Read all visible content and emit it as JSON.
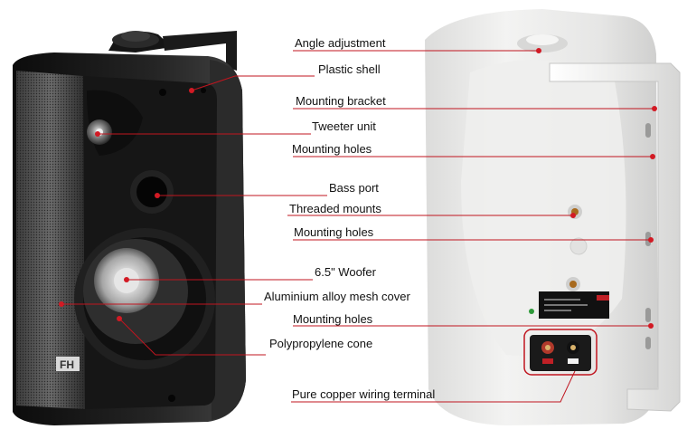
{
  "colors": {
    "leader_line": "#c0151f",
    "leader_dot": "#d21a24",
    "black_speaker": "#1b1b1b",
    "white_speaker": "#ebebea"
  },
  "labels": {
    "angle_adjustment": "Angle adjustment",
    "plastic_shell": "Plastic shell",
    "mounting_bracket": "Mounting bracket",
    "tweeter_unit": "Tweeter unit",
    "mounting_holes_top": "Mounting holes",
    "bass_port": "Bass port",
    "threaded_mounts": "Threaded mounts",
    "mounting_holes_mid": "Mounting holes",
    "woofer": "6.5\" Woofer",
    "mesh_cover": "Aluminium alloy mesh cover",
    "mounting_holes_low": "Mounting holes",
    "cone": "Polypropylene cone",
    "wiring_terminal": "Pure copper wiring terminal"
  },
  "images": {
    "black_speaker": "black wall-mount speaker, front view",
    "white_speaker": "white wall-mount speaker, rear view"
  },
  "icons": {
    "brand_logo": "fh-logo"
  }
}
